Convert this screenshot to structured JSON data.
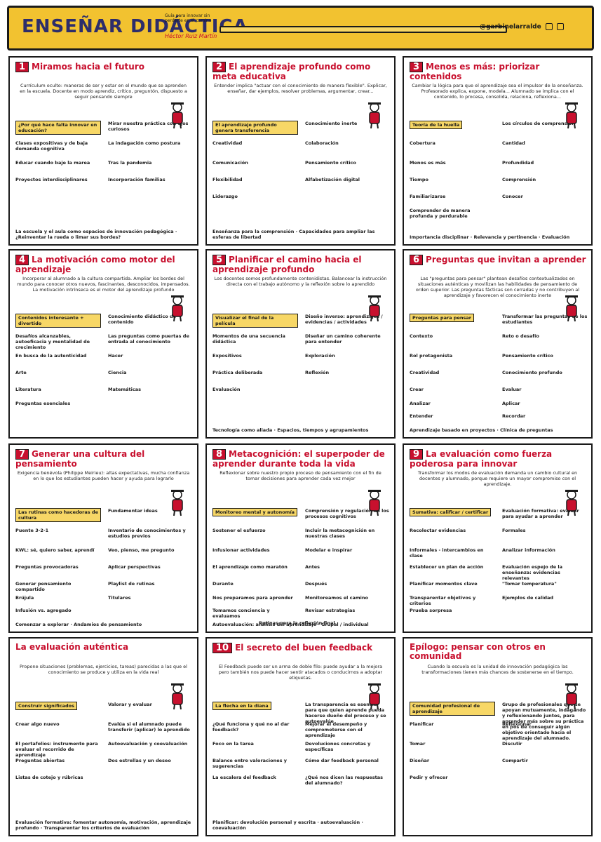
{
  "header": {
    "logo": "ENSEÑAR DIDÁCTICA",
    "tagline": "Guía para innovar sin perderte en el camino",
    "brand": "Héctor Ruiz Martín",
    "handle": "@garbinelarralde"
  },
  "panels": [
    {
      "num": "1",
      "title": "Miramos hacia el futuro",
      "intro": "Currículum oculto: maneras de ser y estar en el mundo que se aprenden en la escuela. Docente en modo aprendiz, crítico, preguntón, dispuesto a seguir pensando siempre",
      "labels": [
        "¿Por qué hace falta innovar en educación?",
        "Mirar nuestra práctica con ojos curiosos",
        "Clases expositivas y de baja demanda cognitiva",
        "La indagación como postura",
        "Educar cuando baje la marea",
        "Tras la pandemia",
        "Proyectos interdisciplinares",
        "Incorporación familias"
      ],
      "footer": "La escuela y el aula como espacios de innovación pedagógica · ¿Reinventar la rueda o limar sus bordes?"
    },
    {
      "num": "2",
      "title": "El aprendizaje profundo como meta educativa",
      "intro": "Entender implica \"actuar con el conocimiento de manera flexible\". Explicar, enseñar, dar ejemplos, resolver problemas, argumentar, crear...",
      "labels": [
        "El aprendizaje profundo genera transferencia",
        "Conocimiento inerte",
        "Creatividad",
        "Colaboración",
        "Comunicación",
        "Pensamiento crítico",
        "Flexibilidad",
        "Alfabetización digital",
        "Liderazgo"
      ],
      "footer": "Enseñanza para la comprensión · Capacidades para ampliar las esferas de libertad"
    },
    {
      "num": "3",
      "title": "Menos es más: priorizar contenidos",
      "intro": "Cambiar la lógica para que el aprendizaje sea el impulsor de la enseñanza. Profesorado explica, expone, modela... Alumnado se implica con el contenido, lo procesa, consolida, relaciona, reflexiona...",
      "labels": [
        "Teoría de la huella",
        "Los círculos de comprensión",
        "Cobertura",
        "Cantidad",
        "Menos es más",
        "Profundidad",
        "Tiempo",
        "Comprensión",
        "Familiarizarse",
        "Conocer",
        "Comprender de manera profunda y perdurable"
      ],
      "footer": "Importancia disciplinar · Relevancia y pertinencia · Evaluación"
    },
    {
      "num": "4",
      "title": "La motivación como motor del aprendizaje",
      "intro": "Incorporar al alumnado a la cultura compartida. Ampliar los bordes del mundo para conocer otros nuevos, fascinantes, desconocidos, impensados. La motivación intrínseca es el motor del aprendizaje profundo",
      "labels": [
        "Contenidos interesante + divertido",
        "Conocimiento didáctico de contenido",
        "Desafíos alcanzables, autoeficacia y mentalidad de crecimiento",
        "Las preguntas como puertas de entrada al conocimiento",
        "En busca de la autenticidad",
        "Hacer",
        "Arte",
        "Ciencia",
        "Literatura",
        "Matemáticas",
        "Preguntas esenciales"
      ],
      "footer": ""
    },
    {
      "num": "5",
      "title": "Planificar el camino hacia el aprendizaje profundo",
      "intro": "Los docentes somos profundamente contenidistas. Balancear la instrucción directa con el trabajo autónomo y la reflexión sobre lo aprendido",
      "labels": [
        "Visualizar el final de la película",
        "Diseño inverso: aprendizajes / evidencias / actividades",
        "Momentos de una secuencia didáctica",
        "Diseñar un camino coherente para entender",
        "Expositivos",
        "Exploración",
        "Práctica deliberada",
        "Reflexión",
        "Evaluación"
      ],
      "footer": "Tecnología como aliada · Espacios, tiempos y agrupamientos"
    },
    {
      "num": "6",
      "title": "Preguntas que invitan a aprender",
      "intro": "Las \"preguntas para pensar\" plantean desafíos contextualizados en situaciones auténticas y movilizan las habilidades de pensamiento de orden superior. Las preguntas fácticas son cerradas y no contribuyen al aprendizaje y favorecen el conocimiento inerte",
      "labels": [
        "Preguntas para pensar",
        "Transformar las preguntas de los estudiantes",
        "Contexto",
        "Reto o desafío",
        "Rol protagonista",
        "Pensamiento crítico",
        "Creatividad",
        "Conocimiento profundo",
        "Crear",
        "Evaluar",
        "Analizar",
        "Aplicar",
        "Entender",
        "Recordar"
      ],
      "footer": "Aprendizaje basado en proyectos · Clínica de preguntas"
    },
    {
      "num": "7",
      "title": "Generar una cultura del pensamiento",
      "intro": "Exigencia benévola (Philippe Meirieu): altas expectativas, mucha confianza en lo que los estudiantes pueden hacer y ayuda para lograrlo",
      "labels": [
        "Las rutinas como hacedoras de cultura",
        "Fundamentar ideas",
        "Puente 3-2-1",
        "Inventario de conocimientos y estudios previos",
        "KWL: sé, quiero saber, aprendí",
        "Veo, pienso, me pregunto",
        "Preguntas provocadoras",
        "Aplicar perspectivas",
        "Generar pensamiento compartido",
        "Playlist de rutinas",
        "Brújula",
        "Titulares",
        "Infusión vs. agregado"
      ],
      "footer": "Comenzar a explorar · Andamios de pensamiento"
    },
    {
      "num": "8",
      "title": "Metacognición: el superpoder de aprender durante toda la vida",
      "intro": "Reflexionar sobre nuestro propio proceso de pensamiento con el fin de tomar decisiones para aprender cada vez mejor",
      "labels": [
        "Monitoreo mental y autonomía",
        "Comprensión y regulación de los procesos cognitivos",
        "Sostener el esfuerzo",
        "Incluir la metacognición en nuestras clases",
        "Infusionar actividades",
        "Modelar e inspirar",
        "El aprendizaje como maratón",
        "Antes",
        "Durante",
        "Después",
        "Nos preparamos para aprender",
        "Monitoreamos el camino",
        "Tomamos conciencia y evaluamos",
        "Revisar estrategias",
        "Rutinas para la reflexión final"
      ],
      "footer": "Autoevaluación: análisis del aprendizaje · Grupal / individual"
    },
    {
      "num": "9",
      "title": "La evaluación como fuerza poderosa para innovar",
      "intro": "Transformar los modos de evaluación demanda un cambio cultural en docentes y alumnado, porque requiere un mayor compromiso con el aprendizaje.",
      "labels": [
        "Sumativa: calificar / certificar",
        "Evaluación formativa: evaluar para ayudar a aprender",
        "Recolectar evidencias",
        "Formales",
        "Informales - intercambios en clase",
        "Analizar información",
        "Establecer un plan de acción",
        "Evaluación espejo de la enseñanza: evidencias relevantes",
        "Planificar momentos clave",
        "\"Tomar temperatura\"",
        "Transparentar objetivos y criterios",
        "Ejemplos de calidad",
        "Prueba sorpresa"
      ],
      "footer": ""
    },
    {
      "num": "",
      "title": "La evaluación auténtica",
      "intro": "Propone situaciones (problemas, ejercicios, tareas) parecidas a las que el conocimiento se produce y utiliza en la vida real",
      "labels": [
        "Construir significados",
        "Valorar y evaluar",
        "Crear algo nuevo",
        "Evalúa si el alumnado puede transferir (aplicar) lo aprendido",
        "El portafolios: instrumento para evaluar el recorrido de aprendizaje",
        "Autoevaluación y coevaluación",
        "Preguntas abiertas",
        "Dos estrellas y un deseo",
        "Listas de cotejo y rúbricas"
      ],
      "footer": "Evaluación formativa: fomentar autonomía, motivación, aprendizaje profundo · Transparentar los criterios de evaluación"
    },
    {
      "num": "10",
      "title": "El secreto del buen feedback",
      "intro": "El Feedback puede ser un arma de doble filo: puede ayudar a la mejora pero también nos puede hacer sentir atacados o conducirnos a adoptar etiquetas.",
      "labels": [
        "La flecha en la diana",
        "La transparencia es esencial para que quien aprende pueda hacerse dueño del proceso y se autoevalúe",
        "¿Qué funciona y qué no al dar feedback?",
        "Mejorar el desempeño y comprometerse con el aprendizaje",
        "Foco en la tarea",
        "Devoluciones concretas y específicas",
        "Balance entre valoraciones y sugerencias",
        "Cómo dar feedback personal",
        "La escalera del feedback",
        "¿Qué nos dicen las respuestas del alumnado?"
      ],
      "footer": "Planificar: devolución personal y escrita · autoevaluación · coevaluación"
    },
    {
      "num": "",
      "title": "Epílogo: pensar con otros en comunidad",
      "intro": "Cuando la escuela es la unidad de innovación pedagógica las transformaciones tienen más chances de sostenerse en el tiempo.",
      "labels": [
        "Comunidad profesional de aprendizaje",
        "Grupo de profesionales que se apoyan mutuamente, indagando y reflexionando juntos, para aprender más sobre su práctica en pos de conseguir algún objetivo orientado hacia el aprendizaje del alumnado.",
        "Planificar",
        "Reflexionar",
        "Tomar",
        "Discutir",
        "Diseñar",
        "Compartir",
        "Pedir y ofrecer"
      ],
      "footer": ""
    }
  ],
  "colors": {
    "accent": "#c8102e",
    "yellow": "#f2c230",
    "ink": "#1a1a1a"
  }
}
